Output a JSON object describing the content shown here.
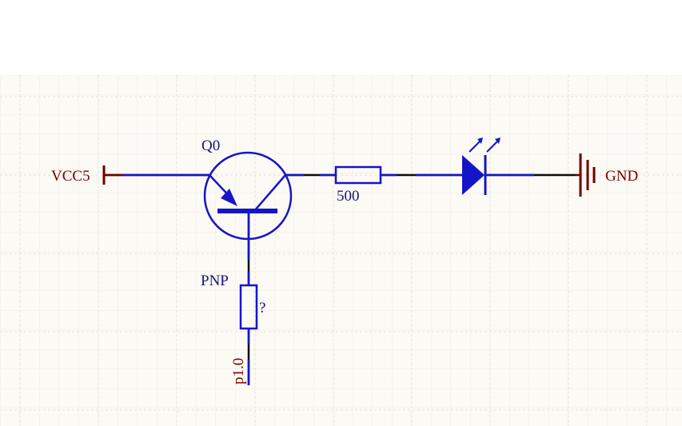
{
  "schematic": {
    "colors": {
      "sheet": "#fcfaf5",
      "grid": "#ebe7dd",
      "wire": "#0a0a0a",
      "component": "#1515c8",
      "power_port": "#6e0000",
      "component_text": "#15157a",
      "net_text": "#7a0000"
    },
    "power_left": {
      "net": "VCC5",
      "icon": "power-bar-icon"
    },
    "power_right": {
      "net": "GND",
      "icon": "ground-icon"
    },
    "transistor": {
      "designator": "Q0",
      "comment": "PNP",
      "icon": "pnp-transistor-icon"
    },
    "resistor_series": {
      "value": "500",
      "icon": "resistor-icon"
    },
    "led": {
      "icon": "led-icon"
    },
    "resistor_base": {
      "value": "?",
      "icon": "resistor-icon"
    },
    "base_net": {
      "label": "p1.0"
    }
  }
}
